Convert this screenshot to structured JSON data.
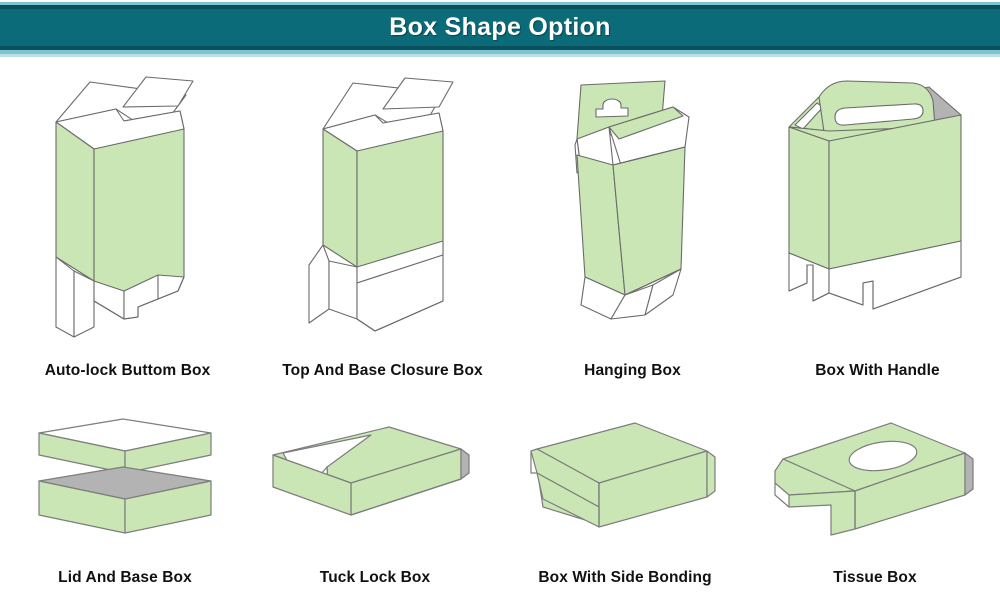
{
  "header": {
    "title": "Box Shape Option",
    "bar_color": "#0c6b79",
    "accent_color": "#7cc4cf",
    "dark_line_color": "#0a4f5c",
    "title_color": "#ffffff"
  },
  "palette": {
    "box_green": "#cae6b4",
    "box_green_dark": "#b5d89c",
    "box_green_light": "#d9eec8",
    "outline": "#6b6b6b",
    "white_panel": "#ffffff",
    "gray_panel": "#b3b3b3",
    "caption_color": "#111111",
    "page_background": "#ffffff"
  },
  "rows": [
    {
      "row_index": 1,
      "items": [
        {
          "id": "auto-lock-buttom-box",
          "label": "Auto-lock Buttom Box",
          "shape": "upright-box-open-top-autolock-bottom"
        },
        {
          "id": "top-and-base-closure-box",
          "label": "Top And Base Closure Box",
          "shape": "upright-box-open-top-and-bottom-flaps"
        },
        {
          "id": "hanging-box",
          "label": "Hanging Box",
          "shape": "slim-box-with-euro-hang-tab"
        },
        {
          "id": "box-with-handle",
          "label": "Box With Handle",
          "shape": "gable-box-with-cutout-handle"
        }
      ]
    },
    {
      "row_index": 2,
      "items": [
        {
          "id": "lid-and-base-box",
          "label": "Lid And Base Box",
          "shape": "two-piece-lid-over-base-tray"
        },
        {
          "id": "tuck-lock-box",
          "label": "Tuck Lock Box",
          "shape": "shallow-box-with-tucked-corner-flap"
        },
        {
          "id": "box-with-side-bonding",
          "label": "Box With Side Bonding",
          "shape": "cube-box-with-side-glued-lid"
        },
        {
          "id": "tissue-box",
          "label": "Tissue Box",
          "shape": "flat-box-with-oval-dispenser-opening"
        }
      ]
    }
  ]
}
